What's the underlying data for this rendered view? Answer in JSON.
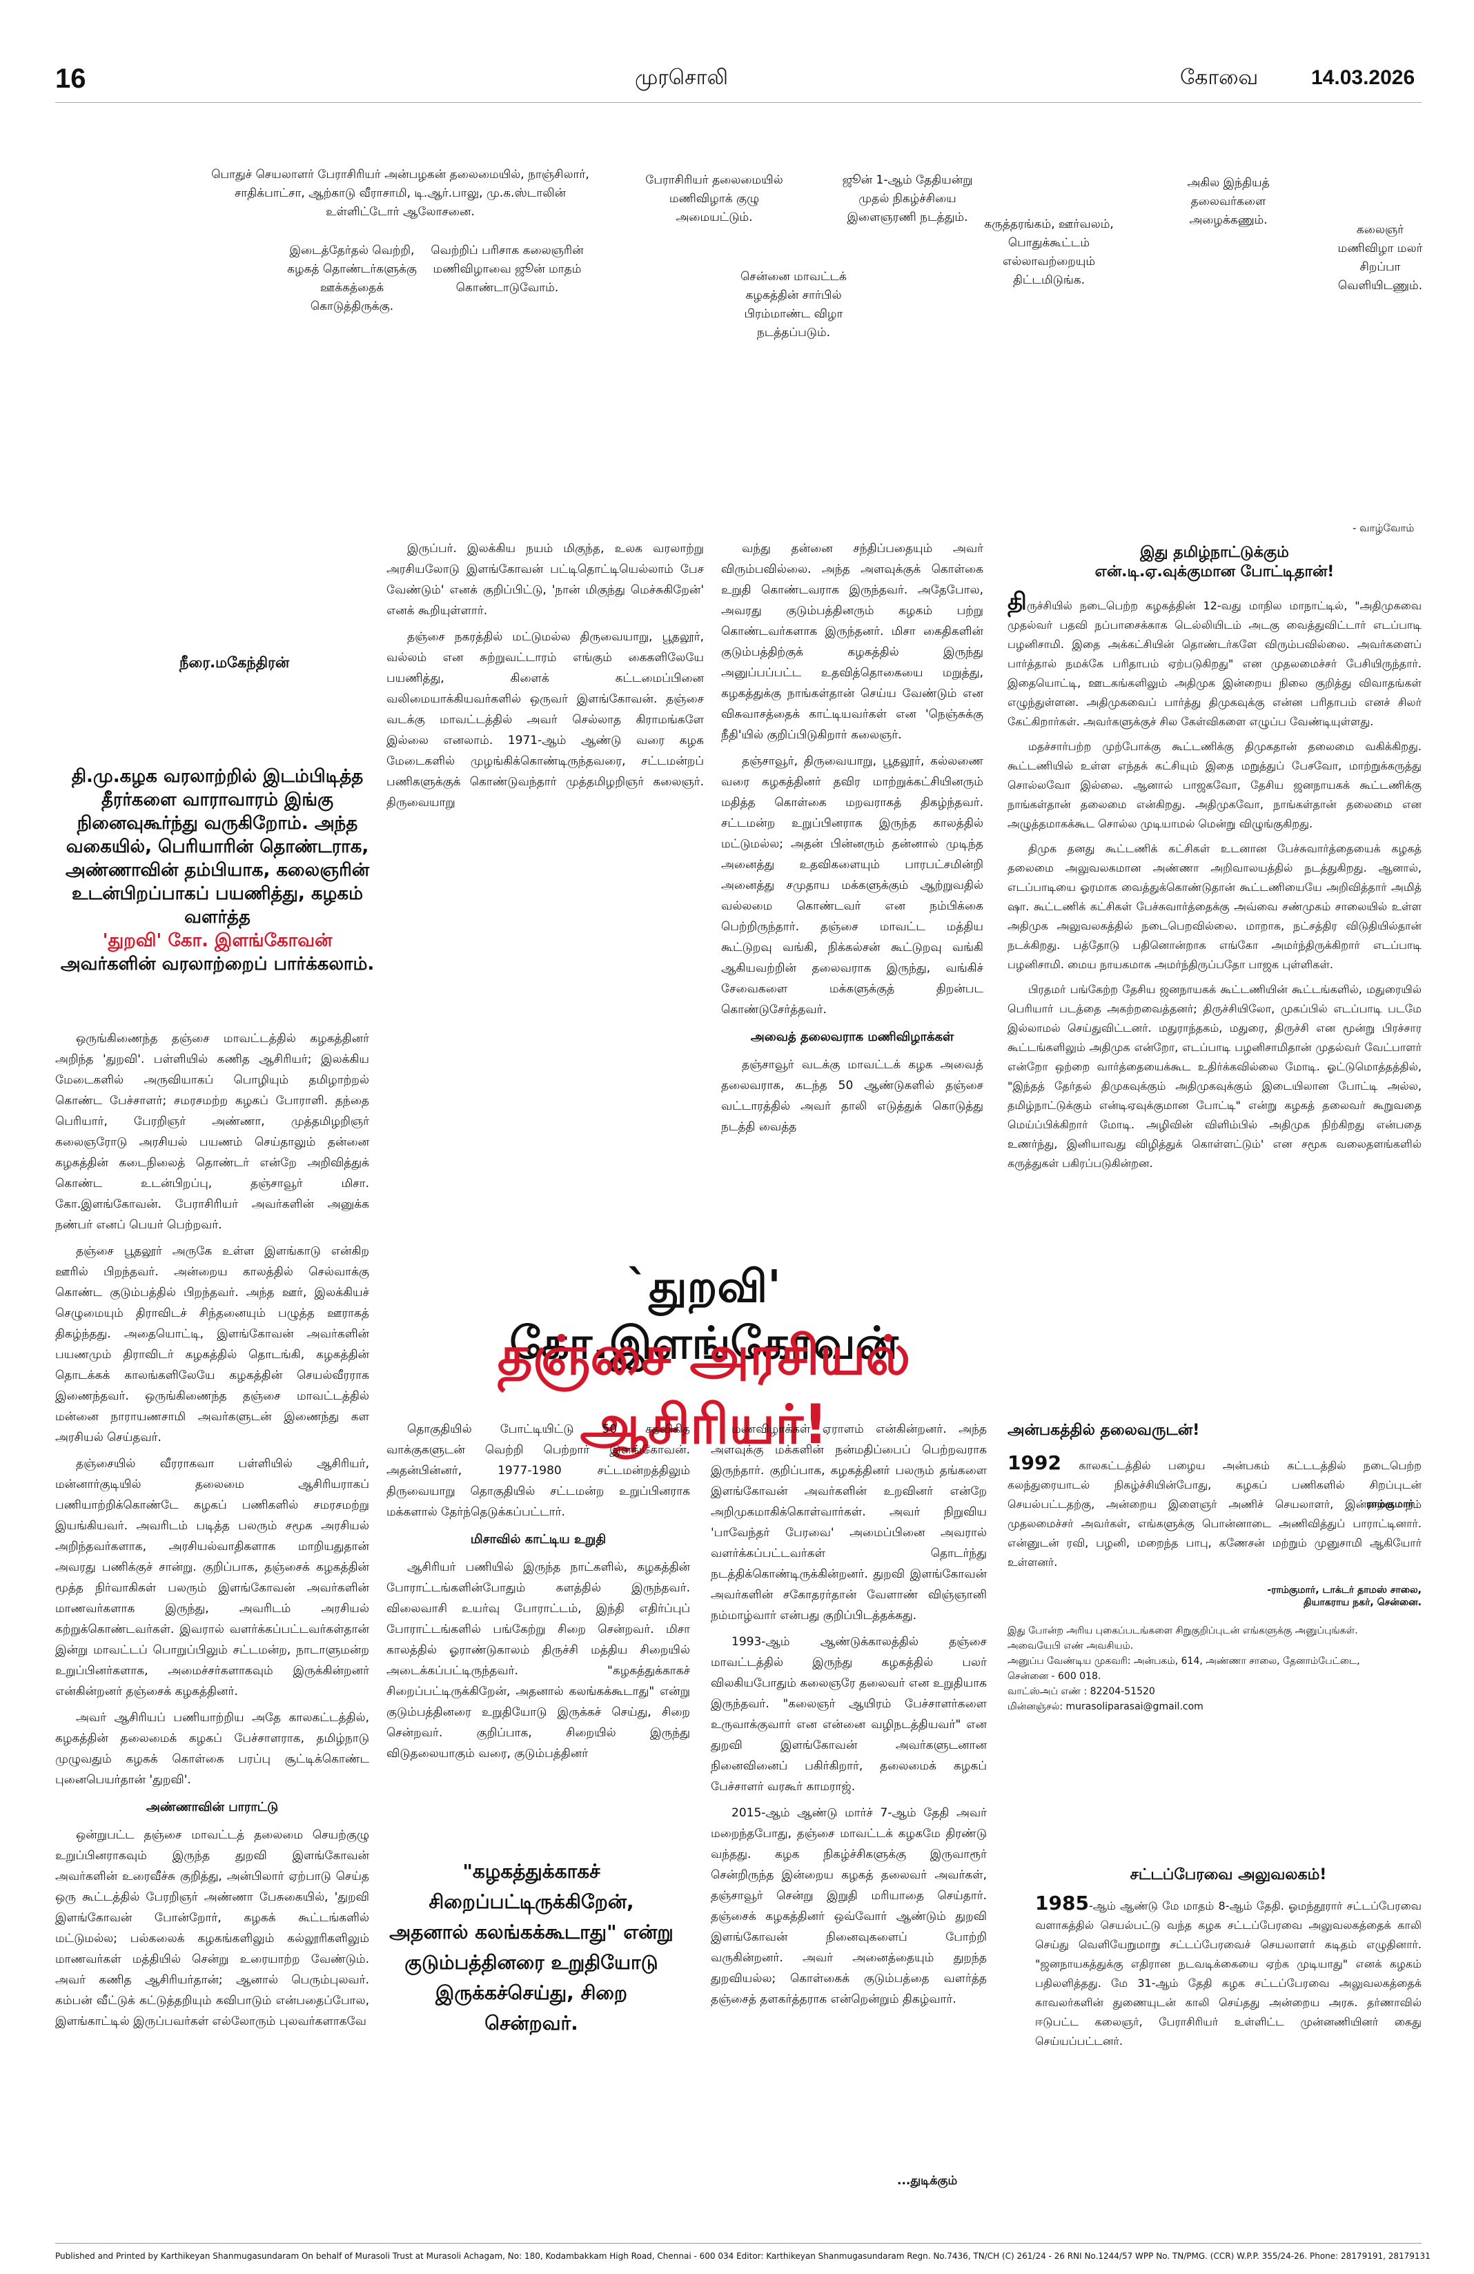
{
  "header": {
    "page_no": "16",
    "masthead": "முரசொலி",
    "place": "கோவை",
    "date": "14.03.2026"
  },
  "photo_captions": [
    "பொதுச் செயலாளர் பேராசிரியர் அன்பழகன் தலைமையில், நாஞ்சிலார், சாதிக்பாட்சா, ஆற்காடு வீராசாமி, டி.ஆர்.பாலு, மு.க.ஸ்டாலின் உள்ளிட்டோர் ஆலோசனை.",
    "இடைத்தேர்தல் வெற்றி, கழகத் தொண்டர்களுக்கு ஊக்கத்தைக் கொடுத்திருக்கு.",
    "வெற்றிப் பரிசாக கலைஞரின் மணிவிழாவை ஜூன் மாதம் கொண்டாடுவோம்.",
    "பேராசிரியர் தலைமையில் மணிவிழாக் குழு அமையட்டும்.",
    "சென்னை மாவட்டக் கழகத்தின் சார்பில் பிரம்மாண்ட விழா நடத்தப்படும்.",
    "ஜூன் 1-ஆம் தேதியன்று முதல் நிகழ்ச்சியை இளைஞரணி நடத்தும்.",
    "கருத்தரங்கம், ஊர்வலம், பொதுக்கூட்டம் எல்லாவற்றையும் திட்டமிடுங்க.",
    "அகில இந்தியத் தலைவர்களை அழைக்கணும்.",
    "கலைஞர் மணிவிழா மலர் சிறப்பா வெளியிடணும்."
  ],
  "cartoon_end": "- வாழ்வோம்",
  "byline": "நீரை.மகேந்திரன்",
  "intro": {
    "line1": "தி.மு.கழக வரலாற்றில் இடம்பிடித்த தீரர்களை வாராவாரம் இங்கு நினைவுகூர்ந்து வருகிறோம். அந்த வகையில், பெரியாரின் தொண்டராக, அண்ணாவின் தம்பியாக, கலைஞரின் உடன்பிறப்பாகப் பயணித்து, கழகம் வளர்த்த",
    "name": "'துறவி' கோ. இளங்கோவன்",
    "line2": "அவர்களின் வரலாற்றைப் பார்க்கலாம்."
  },
  "headline": {
    "line1": "`துறவி' கோ.இளங்கோவன்",
    "line2": "தஞ்சை அரசியல் ஆசிரியர்!"
  },
  "article": {
    "col1": [
      "ஒருங்கிணைந்த தஞ்சை மாவட்டத்தில் கழகத்தினர் அறிந்த 'துறவி'. பள்ளியில் கணித ஆசிரியர்; இலக்கிய மேடைகளில் அருவியாகப் பொழியும் தமிழாற்றல் கொண்ட பேச்சாளர்; சமரசமற்ற கழகப் போராளி. தந்தை பெரியார், பேரறிஞர் அண்ணா, முத்தமிழறிஞர் கலைஞரோடு அரசியல் பயணம் செய்தாலும் தன்னை கழகத்தின் கடைநிலைத் தொண்டர் என்றே அறிவித்துக் கொண்ட உடன்பிறப்பு, தஞ்சாவூர் மிசா. கோ.இளங்கோவன். பேராசிரியர் அவர்களின் அனுக்க நண்பர் எனப் பெயர் பெற்றவர்.",
      "தஞ்சை பூதலூர் அருகே உள்ள இளங்காடு என்கிற ஊரில் பிறந்தவர். அன்றைய காலத்தில் செல்வாக்கு கொண்ட குடும்பத்தில் பிறந்தவர். அந்த ஊர், இலக்கியச் செழுமையும் திராவிடச் சிந்தனையும் பழுத்த ஊராகத் திகழ்ந்தது. அதையொட்டி, இளங்கோவன் அவர்களின் பயணமும் திராவிடர் கழகத்தில் தொடங்கி, கழகத்தின் தொடக்கக் காலங்களிலேயே கழகத்தின் செயல்வீரராக இணைந்தவர். ஒருங்கிணைந்த தஞ்சை மாவட்டத்தில் மன்னை நாராயணசாமி அவர்களுடன் இணைந்து கள அரசியல் செய்தவர்.",
      "தஞ்சையில் வீரராகவா பள்ளியில் ஆசிரியர், மன்னார்குடியில் தலைமை ஆசிரியராகப் பணியாற்றிக்கொண்டே கழகப் பணிகளில் சமரசமற்று இயங்கியவர். அவரிடம் படித்த பலரும் சமூக அரசியல் அறிந்தவர்களாக, அரசியல்வாதிகளாக மாறியதுதான் அவரது பணிக்குச் சான்று. குறிப்பாக, தஞ்சைக் கழகத்தின் மூத்த நிர்வாகிகள் பலரும் இளங்கோவன் அவர்களின் மாணவர்களாக இருந்து, அவரிடம் அரசியல் கற்றுக்கொண்டவர்கள். இவரால் வளர்க்கப்பட்டவர்கள்தான் இன்று மாவட்டப் பொறுப்பிலும் சட்டமன்ற, நாடாளுமன்ற உறுப்பினர்களாக, அமைச்சர்களாகவும் இருக்கின்றனர் என்கின்றனர் தஞ்சைக் கழகத்தினர்.",
      "அவர் ஆசிரியப் பணியாற்றிய அதே காலகட்டத்தில், கழகத்தின் தலைமைக் கழகப் பேச்சாளராக, தமிழ்நாடு முழுவதும் கழகக் கொள்கை பரப்பு சூட்டிக்கொண்ட புனைபெயர்தான் 'துறவி'."
    ],
    "sub1": "அண்ணாவின் பாராட்டு",
    "col1b": [
      "ஒன்றுபட்ட தஞ்சை மாவட்டத் தலைமை செயற்குழு உறுப்பினராகவும் இருந்த துறவி இளங்கோவன் அவர்களின் உரைவீச்சு குறித்து, அன்பிலார் ஏற்பாடு செய்த ஒரு கூட்டத்தில் பேரறிஞர் அண்ணா பேசுகையில், 'துறவி இளங்கோவன் போன்றோர், கழகக் கூட்டங்களில் மட்டுமல்ல; பல்கலைக் கழகங்களிலும் கல்லூரிகளிலும் மாணவர்கள் மத்தியில் சென்று உரையாற்ற வேண்டும். அவர் கணித ஆசிரியர்தான்; ஆனால் பெரும்புலவர். கம்பன் வீட்டுக் கட்டுத்தறியும் கவிபாடும் என்பதைப்போல, இளங்காட்டில் இருப்பவர்கள் எல்லோரும் புலவர்களாகவே"
    ],
    "col2": [
      "இருப்பர். இலக்கிய நயம் மிகுந்த, உலக வரலாற்று அரசியலோடு இளங்கோவன் பட்டிதொட்டியெல்லாம் பேச வேண்டும்' எனக் குறிப்பிட்டு, 'நான் மிகுந்து மெச்சுகிறேன்' எனக் கூறியுள்ளார்.",
      "தஞ்சை நகரத்தில் மட்டுமல்ல திருவையாறு, பூதலூர், வல்லம் என சுற்றுவட்டாரம் எங்கும் கைகளிலேயே பயணித்து, கிளைக் கட்டமைப்பினை வலிமையாக்கியவர்களில் ஒருவர் இளங்கோவன். தஞ்சை வடக்கு மாவட்டத்தில் அவர் செல்லாத கிராமங்களே இல்லை எனலாம். 1971-ஆம் ஆண்டு வரை கழக மேடைகளில் முழங்கிக்கொண்டிருந்தவரை, சட்டமன்றப் பணிகளுக்குக் கொண்டுவந்தார் முத்தமிழறிஞர் கலைஞர். திருவையாறு"
    ],
    "col3": [
      "வந்து தன்னை சந்திப்பதையும் அவர் விரும்பவில்லை. அந்த அளவுக்குக் கொள்கை உறுதி கொண்டவராக இருந்தவர். அதேபோல, அவரது குடும்பத்தினரும் கழகம் பற்று கொண்டவர்களாக இருந்தனர். மிசா கைதிகளின் குடும்பத்திற்குக் கழகத்தில் இருந்து அனுப்பப்பட்ட உதவித்தொகையை மறுத்து, கழகத்துக்கு நாங்கள்தான் செய்ய வேண்டும் என விசுவாசத்தைக் காட்டியவர்கள் என 'நெஞ்சுக்கு நீதி'யில் குறிப்பிடுகிறார் கலைஞர்.",
      "தஞ்சாவூர், திருவையாறு, பூதலூர், கல்லணை வரை கழகத்தினர் தவிர மாற்றுக்கட்சியினரும் மதித்த கொள்கை மறவராகத் திகழ்ந்தவர். சட்டமன்ற உறுப்பினராக இருந்த காலத்தில் மட்டுமல்ல; அதன் பின்னரும் தன்னால் முடிந்த அனைத்து உதவிகளையும் பாரபட்சமின்றி அனைத்து சமுதாய மக்களுக்கும் ஆற்றுவதில் வல்லமை கொண்டவர் என நம்பிக்கை பெற்றிருந்தார். தஞ்சை மாவட்ட மத்திய கூட்டுறவு வங்கி, நிக்கல்சன் கூட்டுறவு வங்கி ஆகியவற்றின் தலைவராக இருந்து, வங்கிச் சேவைகளை மக்களுக்குத் திறன்பட கொண்டுசேர்த்தவர்."
    ],
    "sub2": "அவைத் தலைவராக மணிவிழாக்கள்",
    "col3b": [
      "தஞ்சாவூர் வடக்கு மாவட்டக் கழக அவைத் தலைவராக, கடந்த 50 ஆண்டுகளில் தஞ்சை வட்டாரத்தில் அவர் தாலி எடுத்துக் கொடுத்து நடத்தி வைத்த"
    ],
    "col4": [
      "தொகுதியில் போட்டியிட்டு 50 சதவிகித வாக்குகளுடன் வெற்றி பெற்றார் இளங்கோவன். அதன்பின்னர், 1977-1980 சட்டமன்றத்திலும் திருவையாறு தொகுதியில் சட்டமன்ற உறுப்பினராக மக்களால் தேர்ந்தெடுக்கப்பட்டார்."
    ],
    "sub3": "மிசாவில் காட்டிய உறுதி",
    "col4b": [
      "ஆசிரியர் பணியில் இருந்த நாட்களில், கழகத்தின் போராட்டங்களின்போதும் களத்தில் இருந்தவர். விலைவாசி உயர்வு போராட்டம், இந்தி எதிர்ப்புப் போராட்டங்களில் பங்கேற்று சிறை சென்றவர். மிசா காலத்தில் ஓராண்டுகாலம் திருச்சி மத்திய சிறையில் அடைக்கப்பட்டிருந்தவர். \"கழகத்துக்காகச் சிறைப்பட்டிருக்கிறேன், அதனால் கலங்கக்கூடாது\" என்று குடும்பத்தினரை உறுதியோடு இருக்கச் செய்து, சிறை சென்றவர். குறிப்பாக, சிறையில் இருந்து விடுதலையாகும் வரை, குடும்பத்தினர்"
    ],
    "col5": [
      "மணவிழாக்கள் ஏராளம் என்கின்றனர். அந்த அளவுக்கு மக்களின் நன்மதிப்பைப் பெற்றவராக இருந்தார். குறிப்பாக, கழகத்தினர் பலரும் தங்களை இளங்கோவன் அவர்களின் உறவினர் என்றே அறிமுகமாகிக்கொள்வார்கள். அவர் நிறுவிய 'பாவேந்தர் பேரவை' அமைப்பினை அவரால் வளர்க்கப்பட்டவர்கள் தொடர்ந்து நடத்திக்கொண்டிருக்கின்றனர். துறவி இளங்கோவன் அவர்களின் சகோதரர்தான் வேளாண் விஞ்ஞானி நம்மாழ்வார் என்பது குறிப்பிடத்தக்கது.",
      "1993-ஆம் ஆண்டுக்காலத்தில் தஞ்சை மாவட்டத்தில் இருந்து கழகத்தில் பலர் விலகியபோதும் கலைஞரே தலைவர் என உறுதியாக இருந்தவர். \"கலைஞர் ஆயிரம் பேச்சாளர்களை உருவாக்குவார் என என்னை வழிநடத்தியவர்\" என துறவி இளங்கோவன் அவர்களுடனான நினைவினைப் பகிர்கிறார், தலைமைக் கழகப் பேச்சாளர் வரகூர் காமராஜ்.",
      "2015-ஆம் ஆண்டு மார்ச் 7-ஆம் தேதி அவர் மறைந்தபோது, தஞ்சை மாவட்டக் கழகமே திரண்டு வந்தது. கழக நிகழ்ச்சிகளுக்கு இருவாரூர் சென்றிருந்த இன்றைய கழகத் தலைவர் அவர்கள், தஞ்சாவூர் சென்று இறுதி மரியாதை செய்தார். தஞ்சைக் கழகத்தினர் ஒவ்வோர் ஆண்டும் துறவி இளங்கோவன் நினைவுகளைப் போற்றி வருகின்றனர். அவர் அனைத்தையும் துறந்த துறவியல்ல; கொள்கைக் குடும்பத்தை வளர்த்த தஞ்சைத் தளகர்த்தராக என்றென்றும் திகழ்வார்."
    ],
    "continues": "...துடிக்கும்"
  },
  "quote": "\"கழகத்துக்காகச் சிறைப்பட்டிருக்கிறேன், அதனால் கலங்கக்கூடாது\" என்று குடும்பத்தினரை உறுதியோடு இருக்கச்செய்து, சிறை சென்றவர்.",
  "right_story": {
    "title1": "இது தமிழ்நாட்டுக்கும்",
    "title2": "என்.டி.ஏ.வுக்குமான போட்டிதான்!",
    "dropcap": "தி",
    "paras": [
      "ருச்சியில் நடைபெற்ற கழகத்தின் 12-வது மாநில மாநாட்டில், \"அதிமுகவை முதல்வர் பதவி நப்பாசைக்காக டெல்லியிடம் அடகு வைத்துவிட்டார் எடப்பாடி பழனிசாமி. இதை அக்கட்சியின் தொண்டர்களே விரும்பவில்லை. அவர்களைப் பார்த்தால் நமக்கே பரிதாபம் ஏற்படுகிறது\" என முதலமைச்சர் பேசியிருந்தார். இதையொட்டி, ஊடகங்களிலும் அதிமுக இன்றைய நிலை குறித்து விவாதங்கள் எழுந்துள்ளன. அதிமுகவைப் பார்த்து திமுகவுக்கு என்ன பரிதாபம் எனச் சிலர் கேட்கிறார்கள். அவர்களுக்குச் சில கேள்விகளை எழுப்ப வேண்டியுள்ளது.",
      "மதச்சார்பற்ற முற்போக்கு கூட்டணிக்கு திமுகதான் தலைமை வகிக்கிறது. கூட்டணியில் உள்ள எந்தக் கட்சியும் இதை மறுத்துப் பேசவோ, மாற்றுக்கருத்து சொல்லவோ இல்லை. ஆனால் பாஜகவோ, தேசிய ஜனநாயகக் கூட்டணிக்கு நாங்கள்தான் தலைமை என்கிறது. அதிமுகவோ, நாங்கள்தான் தலைமை என அழுத்தமாகக்கூட சொல்ல முடியாமல் மென்று விழுங்குகிறது.",
      "திமுக தனது கூட்டணிக் கட்சிகள் உடனான பேச்சுவார்த்தையைக் கழகத் தலைமை அலுவலகமான அண்ணா அறிவாலயத்தில் நடத்துகிறது. ஆனால், எடப்பாடியை ஓரமாக வைத்துக்கொண்டுதான் கூட்டணியையே அறிவித்தார் அமித் ஷா. கூட்டணிக் கட்சிகள் பேச்சுவார்த்தைக்கு அவ்வை சண்முகம் சாலையில் உள்ள அதிமுக அலுவலகத்தில் நடைபெறவில்லை. மாறாக, நட்சத்திர விடுதியில்தான் நடக்கிறது. பத்தோடு பதினொன்றாக எங்கோ அமர்ந்திருக்கிறார் எடப்பாடி பழனிசாமி. மைய நாயகமாக அமர்ந்திருப்பதோ பாஜக புள்ளிகள்.",
      "பிரதமர் பங்கேற்ற தேசிய ஜனநாயகக் கூட்டணியின் கூட்டங்களில், மதுரையில் பெரியார் படத்தை அகற்றவைத்தனர்; திருச்சியிலோ, முகப்பில் எடப்பாடி படமே இல்லாமல் செய்துவிட்டனர். மதுராந்தகம், மதுரை, திருச்சி என மூன்று பிரச்சார கூட்டங்களிலும் அதிமுக என்றோ, எடப்பாடி பழனிசாமிதான் முதல்வர் வேட்பாளர் என்றோ ஒற்றை வார்த்தையைக்கூட உதிர்க்கவில்லை மோடி. ஓட்டுமொத்தத்தில், \"இந்தத் தேர்தல் திமுகவுக்கும் அதிமுகவுக்கும் இடையிலான போட்டி அல்ல, தமிழ்நாட்டுக்கும் என்டிஏவுக்குமான போட்டி\" என்று கழகத் தலைவர் கூறுவதை மெய்ப்பிக்கிறார் மோடி. அழிவின் விளிம்பில் அதிமுக நிற்கிறது என்பதை உணர்ந்து, இனியாவது விழித்துக் கொள்ளட்டும்' என சமூக வலைதளங்களில் கருத்துகள் பகிரப்படுகின்றன."
    ]
  },
  "box1": {
    "title": "அன்பகத்தில் தலைவருடன்!",
    "year": "1992",
    "text": "காலகட்டத்தில் பழைய அன்பகம் கட்டடத்தில் நடைபெற்ற கலந்துரையாடல் நிகழ்ச்சியின்போது, கழகப் பணிகளில் சிறப்புடன் செயல்பட்டதற்கு, அன்றைய இளைஞர் அணிச் செயலாளர், இன்றைய நம் முதலமைச்சர் அவர்கள், எங்களுக்கு பொன்னாடை அணிவித்துப் பாராட்டினார். என்னுடன் ரவி, பழனி, மறைந்த பாபு, கணேசன் மற்றும் முனுசாமி ஆகியோர் உள்ளனர்.",
    "side_label": "ராம்குமார்",
    "signoff1": "-ராம்குமார், டாக்டர் தாமஸ் சாலை,",
    "signoff2": "தியாகராய நகர், சென்னை.",
    "note1": "இது போன்ற அரிய புகைப்படங்களை சிறுகுறிப்புடன் எங்களுக்கு அனுப்புங்கள். அவையேபி எண் அவசியம்.",
    "note2": "அனுப்ப வேண்டிய முகவரி: அன்பகம், 614, அண்ணா சாலை, தேனாம்பேட்டை, சென்னை - 600 018.",
    "note3": "வாட்ஸ்அப் எண் : 82204-51520",
    "note4": "மின்னஞ்சல்: murasoliparasai@gmail.com"
  },
  "box2": {
    "title": "சட்டப்பேரவை அலுவலகம்!",
    "year": "1985",
    "text": "-ஆம் ஆண்டு மே மாதம் 8-ஆம் தேதி. ஓமந்தூரார் சட்டப்பேரவை வளாகத்தில் செயல்பட்டு வந்த கழக சட்டப்பேரவை அலுவலகத்தைக் காலி செய்து வெளியேறுமாறு சட்டப்பேரவைச் செயலாளர் கடிதம் எழுதினார். \"ஜனநாயகத்துக்கு எதிரான நடவடிக்கையை ஏற்க முடியாது\" எனக் கழகம் பதிலளித்தது. மே 31-ஆம் தேதி கழக சட்டப்பேரவை அலுவலகத்தைக் காவலர்களின் துணையுடன் காலி செய்தது அன்றைய அரசு. தர்ணாவில் ஈடுபட்ட கலைஞர், பேராசிரியர் உள்ளிட்ட முன்னணியினர் கைது செய்யப்பட்டனர்."
  },
  "footer": "Published and Printed by Karthikeyan Shanmugasundaram On behalf of Murasoli Trust at Murasoli Achagam, No: 180, Kodambakkam High Road, Chennai - 600 034 Editor: Karthikeyan Shanmugasundaram Regn. No.7436, TN/CH (C) 261/24 - 26 RNI No.1244/57 WPP No. TN/PMG. (CCR) W.P.P. 355/24-26. Phone: 28179191, 28179131"
}
